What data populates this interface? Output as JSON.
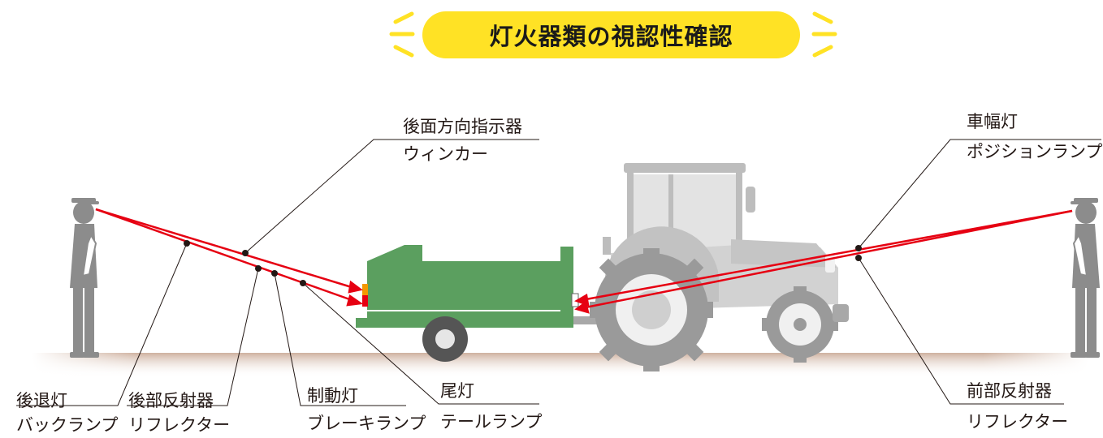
{
  "title": "灯火器類の視認性確認",
  "labels": {
    "rear_turn_signal": {
      "name": "後面方向指示器",
      "sub": "ウィンカー"
    },
    "width_lamp": {
      "name": "車幅灯",
      "sub": "ポジションランプ"
    },
    "reversing_lamp": {
      "name": "後退灯",
      "sub": "バックランプ"
    },
    "rear_reflector": {
      "name": "後部反射器",
      "sub": "リフレクター"
    },
    "brake_lamp": {
      "name": "制動灯",
      "sub": "ブレーキランプ"
    },
    "tail_lamp": {
      "name": "尾灯",
      "sub": "テールランプ"
    },
    "front_reflector": {
      "name": "前部反射器",
      "sub": "リフレクター"
    }
  },
  "colors": {
    "accent_yellow": "#ffe225",
    "sight_line_red": "#e60012",
    "trailer_green": "#5b9f5f",
    "tractor_gray": "#c8c8c8",
    "person_gray": "#8c8c8c"
  }
}
